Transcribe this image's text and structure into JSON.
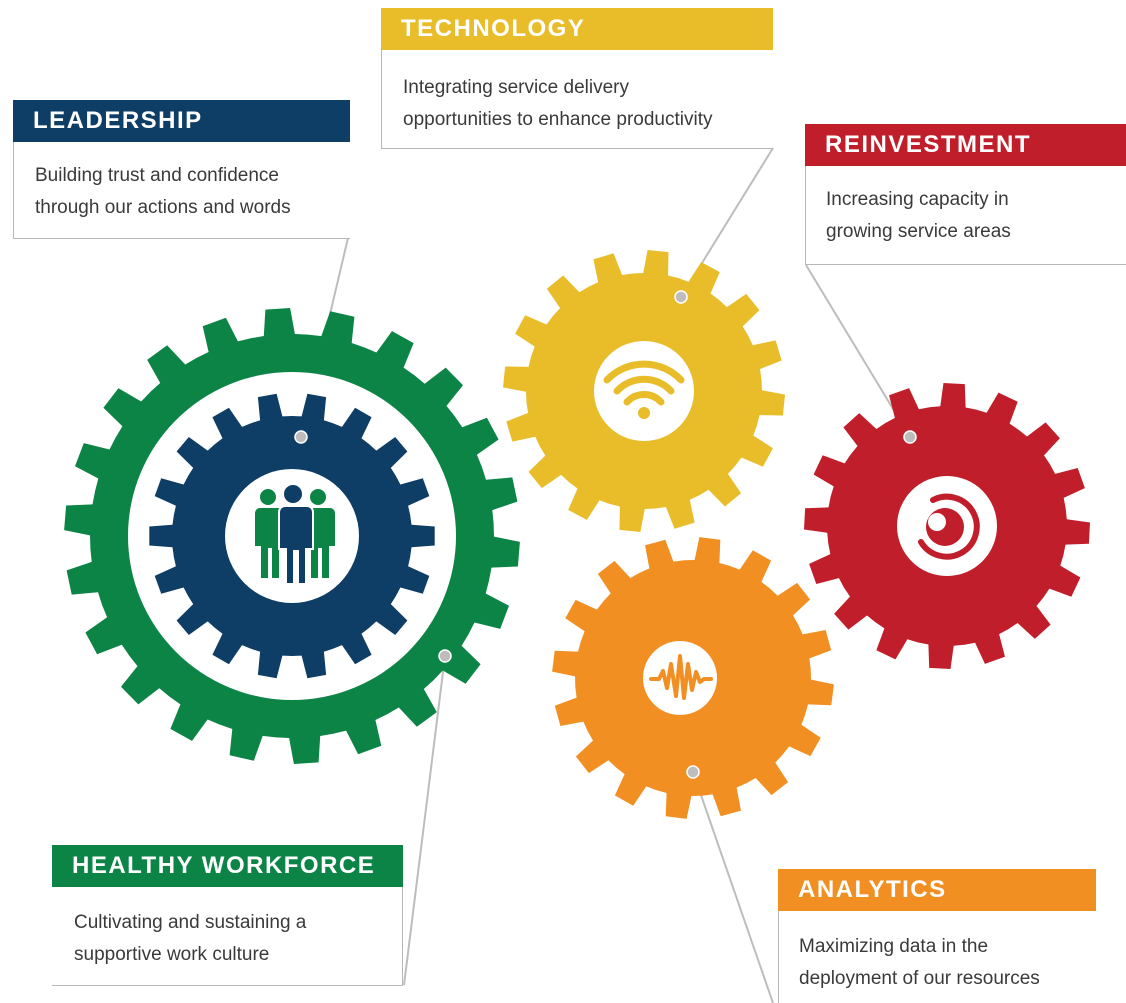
{
  "colors": {
    "leadership": "#0e3d66",
    "technology": "#e9bd2a",
    "reinvestment": "#c11e2b",
    "healthy_workforce": "#0b8446",
    "analytics": "#f18f23",
    "connector": "#bdbdbd",
    "text": "#3a3a3a"
  },
  "icons": {
    "leadership": "people-icon",
    "technology": "wifi-icon",
    "reinvestment": "target-icon",
    "healthy_workforce": "people-icon",
    "analytics": "waveform-icon"
  },
  "cards": {
    "leadership": {
      "title": "LEADERSHIP",
      "line1": "Building trust and confidence",
      "line2": "through our actions and words"
    },
    "technology": {
      "title": "TECHNOLOGY",
      "line1": "Integrating service delivery",
      "line2": "opportunities to enhance productivity"
    },
    "reinvestment": {
      "title": "REINVESTMENT",
      "line1": "Increasing capacity in",
      "line2": "growing service areas"
    },
    "healthy_workforce": {
      "title": "HEALTHY WORKFORCE",
      "line1": "Cultivating and sustaining a",
      "line2": "supportive work culture"
    },
    "analytics": {
      "title": "ANALYTICS",
      "line1": "Maximizing data in the",
      "line2": "deployment of our resources"
    }
  }
}
